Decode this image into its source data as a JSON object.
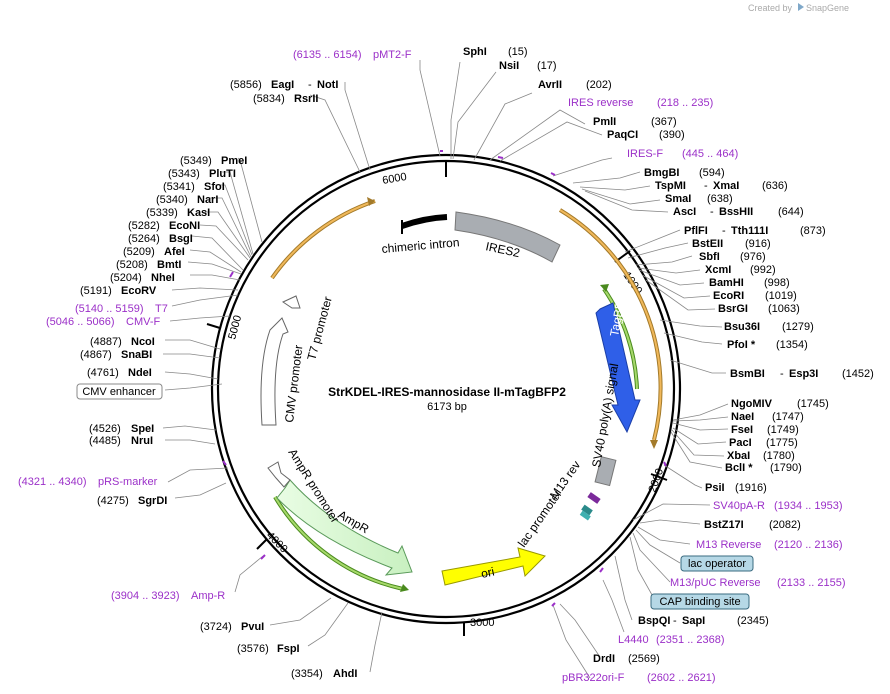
{
  "brand": {
    "created_by": "Created by",
    "name": "SnapGene"
  },
  "plasmid": {
    "name": "StrKDEL-IRES-mannosidase II-mTagBFP2",
    "length": "6173 bp"
  },
  "ticks": [
    "1000",
    "2000",
    "3000",
    "4000",
    "5000",
    "6000"
  ],
  "features": {
    "chimeric_intron": "chimeric intron",
    "ires2": "IRES2",
    "tagbfp": "TagBFP",
    "sv40_polya": "SV40 poly(A) signal",
    "m13_rev": "M13 rev",
    "lac_promoter": "lac promoter",
    "ori": "ori",
    "ampr": "AmpR",
    "ampr_promoter": "AmpR promoter",
    "cmv_promoter": "CMV promoter",
    "t7_promoter": "T7 promoter"
  },
  "labels": {
    "sphi": {
      "name": "SphI",
      "pos": "(15)"
    },
    "nsii": {
      "name": "NsiI",
      "pos": "(17)"
    },
    "avrii": {
      "name": "AvrII",
      "pos": "(202)"
    },
    "ires_reverse": {
      "name": "IRES reverse",
      "pos": "(218 .. 235)"
    },
    "pmli": {
      "name": "PmlI",
      "pos": "(367)"
    },
    "paqci": {
      "name": "PaqCI",
      "pos": "(390)"
    },
    "ires_f": {
      "name": "IRES-F",
      "pos": "(445 .. 464)"
    },
    "bmgbi": {
      "name": "BmgBI",
      "pos": "(594)"
    },
    "tspmi": {
      "name": "TspMI",
      "name2": "XmaI",
      "pos": "(636)"
    },
    "smai": {
      "name": "SmaI",
      "pos": "(638)"
    },
    "asci": {
      "name": "AscI",
      "name2": "BssHII",
      "pos": "(644)"
    },
    "pflfi": {
      "name": "PflFI",
      "name2": "Tth111I",
      "pos": "(873)"
    },
    "bsteii": {
      "name": "BstEII",
      "pos": "(916)"
    },
    "sbfi": {
      "name": "SbfI",
      "pos": "(976)"
    },
    "xcmi": {
      "name": "XcmI",
      "pos": "(992)"
    },
    "bamhi": {
      "name": "BamHI",
      "pos": "(998)"
    },
    "ecori": {
      "name": "EcoRI",
      "pos": "(1019)"
    },
    "bsrgi": {
      "name": "BsrGI",
      "pos": "(1063)"
    },
    "bsu36i": {
      "name": "Bsu36I",
      "pos": "(1279)"
    },
    "pfoi": {
      "name": "PfoI *",
      "pos": "(1354)"
    },
    "bsmbi": {
      "name": "BsmBI",
      "name2": "Esp3I",
      "pos": "(1452)"
    },
    "ngomiv": {
      "name": "NgoMIV",
      "pos": "(1745)"
    },
    "naei": {
      "name": "NaeI",
      "pos": "(1747)"
    },
    "fsei": {
      "name": "FseI",
      "pos": "(1749)"
    },
    "paci": {
      "name": "PacI",
      "pos": "(1775)"
    },
    "xbai": {
      "name": "XbaI",
      "pos": "(1780)"
    },
    "bcli": {
      "name": "BclI *",
      "pos": "(1790)"
    },
    "psii": {
      "name": "PsiI",
      "pos": "(1916)"
    },
    "sv40pa_r": {
      "name": "SV40pA-R",
      "pos": "(1934 .. 1953)"
    },
    "bstz17i": {
      "name": "BstZ17I",
      "pos": "(2082)"
    },
    "m13_reverse": {
      "name": "M13 Reverse",
      "pos": "(2120 .. 2136)"
    },
    "lac_operator": {
      "name": "lac operator"
    },
    "m13_puc_reverse": {
      "name": "M13/pUC Reverse",
      "pos": "(2133 .. 2155)"
    },
    "cap_binding_site": {
      "name": "CAP binding site"
    },
    "bspqi": {
      "name": "BspQI",
      "name2": "SapI",
      "pos": "(2345)"
    },
    "l4440": {
      "name": "L4440",
      "pos": "(2351 .. 2368)"
    },
    "drdi": {
      "name": "DrdI",
      "pos": "(2569)"
    },
    "pbr322ori_f": {
      "name": "pBR322ori-F",
      "pos": "(2602 .. 2621)"
    },
    "ahdi": {
      "name": "AhdI",
      "pos": "(3354)"
    },
    "fspi": {
      "name": "FspI",
      "pos": "(3576)"
    },
    "pvui": {
      "name": "PvuI",
      "pos": "(3724)"
    },
    "amp_r": {
      "name": "Amp-R",
      "pos": "(3904 .. 3923)"
    },
    "sgrdi": {
      "name": "SgrDI",
      "pos": "(4275)"
    },
    "prs_marker": {
      "name": "pRS-marker",
      "pos": "(4321 .. 4340)"
    },
    "nrui": {
      "name": "NruI",
      "pos": "(4485)"
    },
    "spei": {
      "name": "SpeI",
      "pos": "(4526)"
    },
    "cmv_enhancer": {
      "name": "CMV enhancer"
    },
    "ndei": {
      "name": "NdeI",
      "pos": "(4761)"
    },
    "snabi": {
      "name": "SnaBI",
      "pos": "(4867)"
    },
    "ncoi": {
      "name": "NcoI",
      "pos": "(4887)"
    },
    "cmv_f": {
      "name": "CMV-F",
      "pos": "(5046 .. 5066)"
    },
    "t7": {
      "name": "T7",
      "pos": "(5140 .. 5159)"
    },
    "ecorv": {
      "name": "EcoRV",
      "pos": "(5191)"
    },
    "nhei": {
      "name": "NheI",
      "pos": "(5204)"
    },
    "bmti": {
      "name": "BmtI",
      "pos": "(5208)"
    },
    "afei": {
      "name": "AfeI",
      "pos": "(5209)"
    },
    "bsgi": {
      "name": "BsgI",
      "pos": "(5264)"
    },
    "econi": {
      "name": "EcoNI",
      "pos": "(5282)"
    },
    "kasi": {
      "name": "KasI",
      "pos": "(5339)"
    },
    "nari": {
      "name": "NarI",
      "pos": "(5340)"
    },
    "sfoi": {
      "name": "SfoI",
      "pos": "(5341)"
    },
    "pluti": {
      "name": "PluTI",
      "pos": "(5343)"
    },
    "pmei": {
      "name": "PmeI",
      "pos": "(5349)"
    },
    "rsrii": {
      "name": "RsrII",
      "pos": "(5834)"
    },
    "eagi": {
      "name": "EagI",
      "name2": "NotI",
      "pos": "(5856)"
    },
    "pmt2_f": {
      "name": "pMT2-F",
      "pos": "(6135 .. 6154)"
    }
  }
}
